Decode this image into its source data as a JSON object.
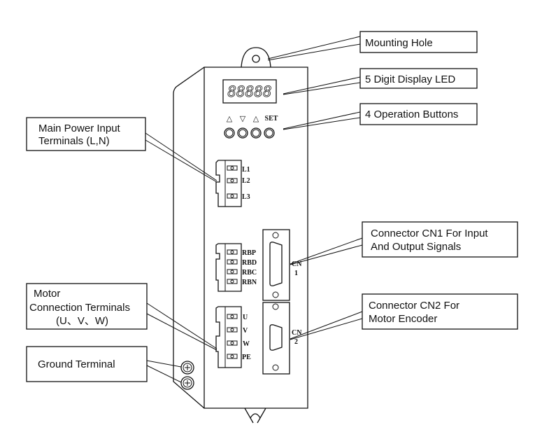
{
  "labels": {
    "mounting_hole": "Mounting Hole",
    "display_led": "5 Digit Display LED",
    "operation_buttons": "4 Operation Buttons",
    "main_power_1": "Main Power Input",
    "main_power_2": "Terminals (L,N)",
    "cn1_1": "Connector CN1 For Input",
    "cn1_2": "And Output Signals",
    "motor_1": "Motor",
    "motor_2": "Connection Terminals",
    "motor_3": "(U、V、W)",
    "cn2_1": "Connector CN2 For",
    "cn2_2": "Motor Encoder",
    "ground": "Ground Terminal"
  },
  "device": {
    "led_digits": "88888",
    "button_marks": [
      "△",
      "▽",
      "△",
      "SET"
    ],
    "power_terminals": [
      "L1",
      "L2",
      "L3"
    ],
    "brake_terminals": [
      "RBP",
      "RBD",
      "RBC",
      "RBN"
    ],
    "motor_terminals": [
      "U",
      "V",
      "W",
      "PE"
    ],
    "cn1": [
      "CN",
      "1"
    ],
    "cn2": [
      "CN",
      "2"
    ]
  }
}
